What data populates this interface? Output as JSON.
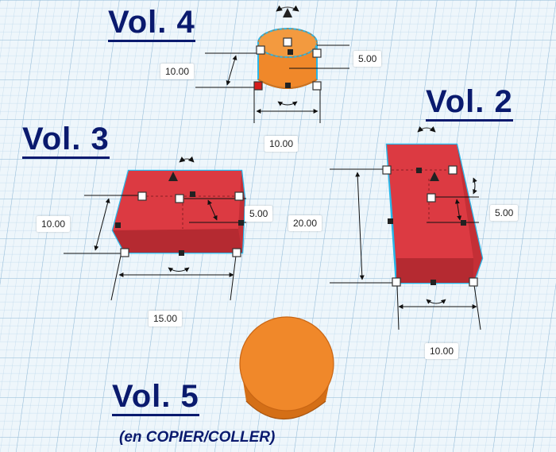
{
  "labels": {
    "vol4": "Vol. 4",
    "vol3": "Vol. 3",
    "vol2": "Vol. 2",
    "vol5": "Vol. 5",
    "vol5_note": "(en COPIER/COLLER)"
  },
  "dimensions": {
    "vol4_height": "10.00",
    "vol4_radius": "5.00",
    "vol4_width": "10.00",
    "vol3_height": "10.00",
    "vol3_depth": "5.00",
    "vol3_width": "15.00",
    "vol2_height": "20.00",
    "vol2_depth": "5.00",
    "vol2_width": "10.00"
  },
  "colors": {
    "grid_bg": "#eef6fb",
    "grid_line": "#9fc3dc",
    "box_red": "#d8323b",
    "box_red_dark": "#b52a31",
    "cylinder_orange": "#f0882a",
    "cylinder_orange_dark": "#d46f17",
    "selection": "#29b6e8",
    "label_blue": "#0a1a6e"
  }
}
